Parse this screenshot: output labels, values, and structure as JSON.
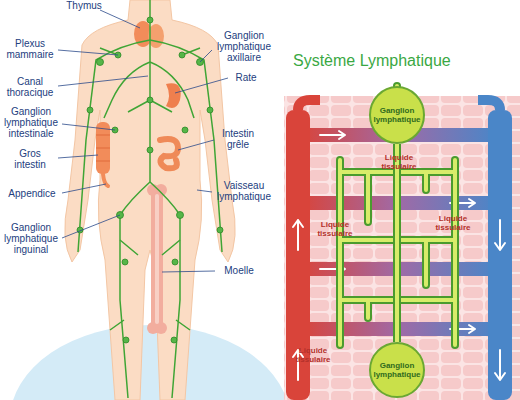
{
  "diagram": {
    "title": "Système Lymphatique",
    "nodes": [
      {
        "text": [
          "Ganglion lymphatique"
        ]
      },
      {
        "text": [
          "Ganglion lymphatique"
        ]
      }
    ],
    "edges": [
      {
        "from": 0,
        "to": 1,
        "arrow": "none"
      }
    ],
    "labels": [
      "Thymus",
      "Plexus mammaire",
      "Canal thoracique",
      "Ganglion lymphatique intestinale",
      "Gros intestin",
      "Appendice",
      "Ganglion lymphatique inguinal",
      "Ganglion lymphatique axillaire",
      "Rate",
      "Intestin grêle",
      "Vaisseau lymphatique",
      "Moelle",
      "Liquide tissulaire",
      "Liquide tissulaire",
      "Liquide tissulaire",
      "Liquide tissulaire"
    ]
  }
}
